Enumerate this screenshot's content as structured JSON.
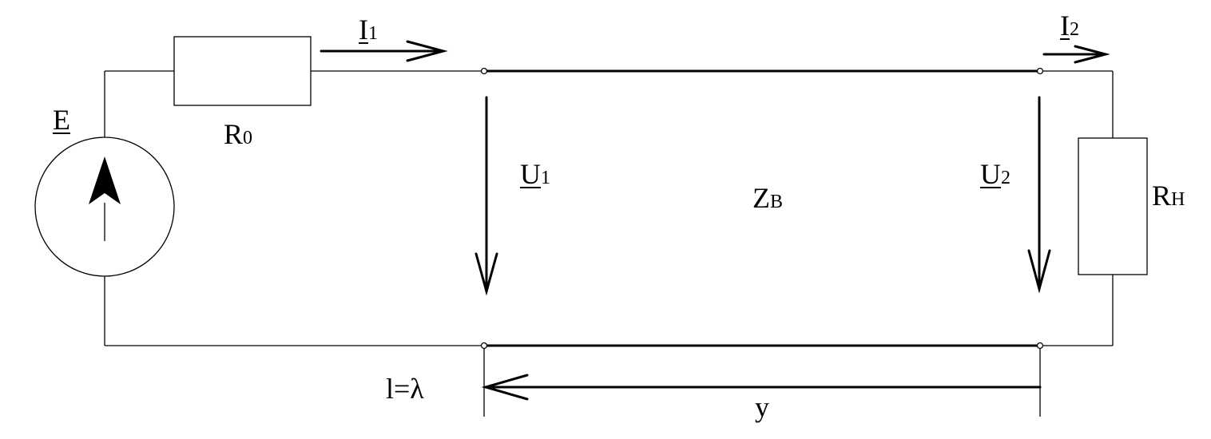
{
  "labels": {
    "current_in": {
      "main": "I",
      "sub": "1"
    },
    "current_out": {
      "main": "I",
      "sub": "2"
    },
    "source_emf": {
      "main": "E"
    },
    "source_resistance": {
      "main": "R",
      "sub": "0"
    },
    "voltage_in": {
      "main": "U",
      "sub": "1"
    },
    "voltage_out": {
      "main": "U",
      "sub": "2"
    },
    "wave_impedance": {
      "main": "Z",
      "sub": "B"
    },
    "load_resistance": {
      "main": "R",
      "sub": "H"
    },
    "line_length": {
      "main": "l=λ"
    },
    "coordinate": {
      "main": "y"
    }
  }
}
